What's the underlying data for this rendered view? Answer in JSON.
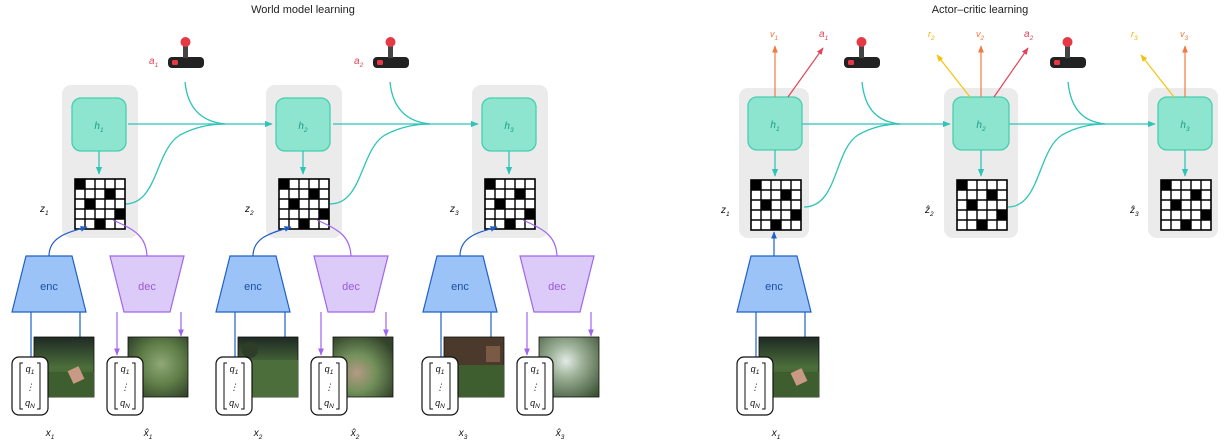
{
  "titles": {
    "world_model": "World model learning",
    "actor_critic": "Actor–critic learning"
  },
  "world_model": {
    "steps": [
      {
        "h": "h",
        "h_sub": "1",
        "z": "z",
        "z_sub": "1",
        "x": "x",
        "x_sub": "1",
        "xhat": "x̂",
        "xhat_sub": "1"
      },
      {
        "h": "h",
        "h_sub": "2",
        "z": "z",
        "z_sub": "2",
        "x": "x",
        "x_sub": "2",
        "xhat": "x̂",
        "xhat_sub": "2"
      },
      {
        "h": "h",
        "h_sub": "3",
        "z": "z",
        "z_sub": "3",
        "x": "x",
        "x_sub": "3",
        "xhat": "x̂",
        "xhat_sub": "3"
      }
    ],
    "actions": [
      {
        "label": "a",
        "sub": "1"
      },
      {
        "label": "a",
        "sub": "2"
      }
    ],
    "enc_label": "enc",
    "dec_label": "dec"
  },
  "actor_critic": {
    "steps": [
      {
        "h": "h",
        "h_sub": "1",
        "z": "z",
        "z_sub": "1"
      },
      {
        "h": "h",
        "h_sub": "2",
        "z": "ẑ",
        "z_sub": "2"
      },
      {
        "h": "h",
        "h_sub": "3",
        "z": "ẑ",
        "z_sub": "3"
      }
    ],
    "outputs": [
      {
        "label": "v",
        "sub": "1",
        "kind": "value"
      },
      {
        "label": "a",
        "sub": "1",
        "kind": "action"
      },
      {
        "label": "r",
        "sub": "2",
        "kind": "reward"
      },
      {
        "label": "v",
        "sub": "2",
        "kind": "value"
      },
      {
        "label": "a",
        "sub": "2",
        "kind": "action"
      },
      {
        "label": "r",
        "sub": "3",
        "kind": "reward"
      },
      {
        "label": "v",
        "sub": "3",
        "kind": "value"
      }
    ],
    "enc_label": "enc",
    "x": "x",
    "x_sub": "1"
  },
  "proprio": {
    "top": "q",
    "top_sub": "1",
    "dots": "⋮",
    "bottom": "q",
    "bottom_sub": "N"
  },
  "colors": {
    "panel": "#ebebeb",
    "h_box": "#8de5cf",
    "teal": "#2ec4b6",
    "encoder": "#9cc3f7",
    "decoder": "#dccbf8",
    "action": "#e0455a",
    "reward": "#efb200",
    "value": "#ef7a3e"
  },
  "icons": [
    "joystick-icon",
    "grid-latent-icon",
    "game-frame-image"
  ]
}
